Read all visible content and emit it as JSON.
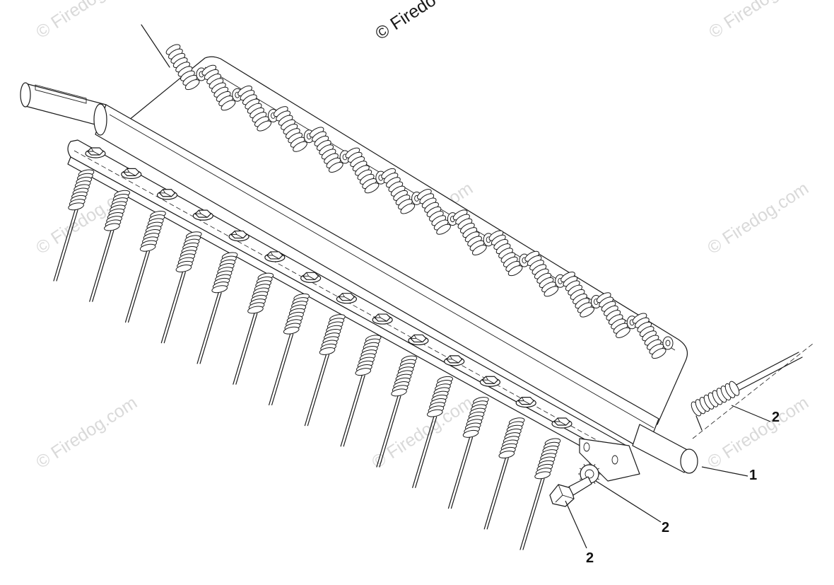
{
  "watermark": {
    "text": "© Firedog.com",
    "top_text": "© Firedo"
  },
  "callouts": [
    {
      "id": "rake-shaft",
      "label": "1"
    },
    {
      "id": "spring",
      "label": "2"
    },
    {
      "id": "lock-washer",
      "label": "2"
    },
    {
      "id": "bolt",
      "label": "2"
    }
  ],
  "colors": {
    "line": "#1a1a1a",
    "watermark": "#d9d9d9",
    "background": "#ffffff"
  }
}
